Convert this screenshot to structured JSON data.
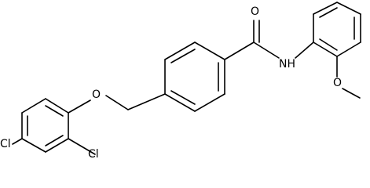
{
  "molecule": {
    "atoms": {
      "cl_para": "Cl",
      "cl_ortho": "Cl",
      "ether_o": "O",
      "carbonyl_o": "O",
      "amide_n": "NH",
      "methoxy_o": "O"
    }
  }
}
